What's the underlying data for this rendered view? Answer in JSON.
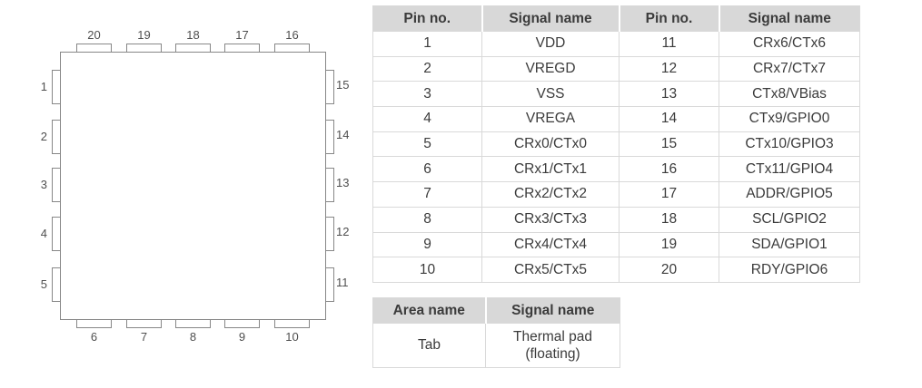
{
  "colors": {
    "header_bg": "#d8d8d8",
    "table_border": "#d9d9d9",
    "table_text": "#3b3b3b",
    "chip_outline": "#878787",
    "chip_text": "#4f4f4f"
  },
  "chip": {
    "pins": {
      "top": [
        "20",
        "19",
        "18",
        "17",
        "16"
      ],
      "left": [
        "1",
        "2",
        "3",
        "4",
        "5"
      ],
      "right": [
        "15",
        "14",
        "13",
        "12",
        "11"
      ],
      "bottom": [
        "6",
        "7",
        "8",
        "9",
        "10"
      ]
    }
  },
  "pin_table": {
    "headers": [
      "Pin no.",
      "Signal name",
      "Pin no.",
      "Signal name"
    ],
    "rows": [
      [
        "1",
        "VDD",
        "11",
        "CRx6/CTx6"
      ],
      [
        "2",
        "VREGD",
        "12",
        "CRx7/CTx7"
      ],
      [
        "3",
        "VSS",
        "13",
        "CTx8/VBias"
      ],
      [
        "4",
        "VREGA",
        "14",
        "CTx9/GPIO0"
      ],
      [
        "5",
        "CRx0/CTx0",
        "15",
        "CTx10/GPIO3"
      ],
      [
        "6",
        "CRx1/CTx1",
        "16",
        "CTx11/GPIO4"
      ],
      [
        "7",
        "CRx2/CTx2",
        "17",
        "ADDR/GPIO5"
      ],
      [
        "8",
        "CRx3/CTx3",
        "18",
        "SCL/GPIO2"
      ],
      [
        "9",
        "CRx4/CTx4",
        "19",
        "SDA/GPIO1"
      ],
      [
        "10",
        "CRx5/CTx5",
        "20",
        "RDY/GPIO6"
      ]
    ]
  },
  "area_table": {
    "headers": [
      "Area name",
      "Signal name"
    ],
    "rows": [
      [
        "Tab",
        "Thermal pad\n(floating)"
      ]
    ]
  }
}
